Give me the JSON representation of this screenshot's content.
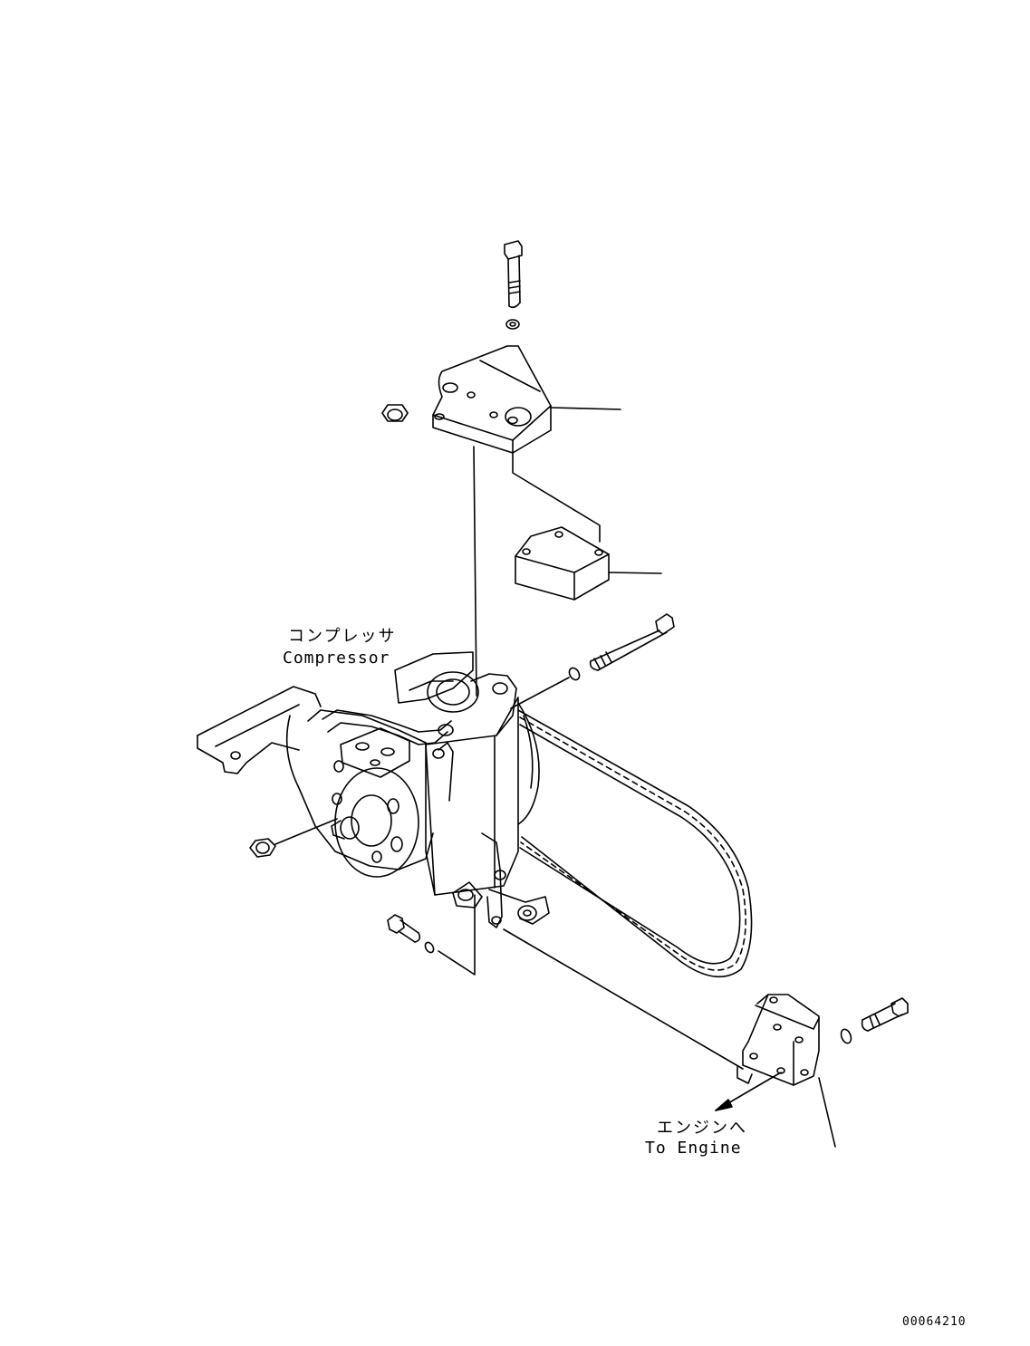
{
  "labels": {
    "compressor_jp": "コンプレッサ",
    "compressor_en": "Compressor",
    "engine_jp": "エンジンへ",
    "engine_en": "To Engine",
    "drawing_number": "00064210"
  },
  "colors": {
    "line": "#000000",
    "background": "#ffffff"
  }
}
